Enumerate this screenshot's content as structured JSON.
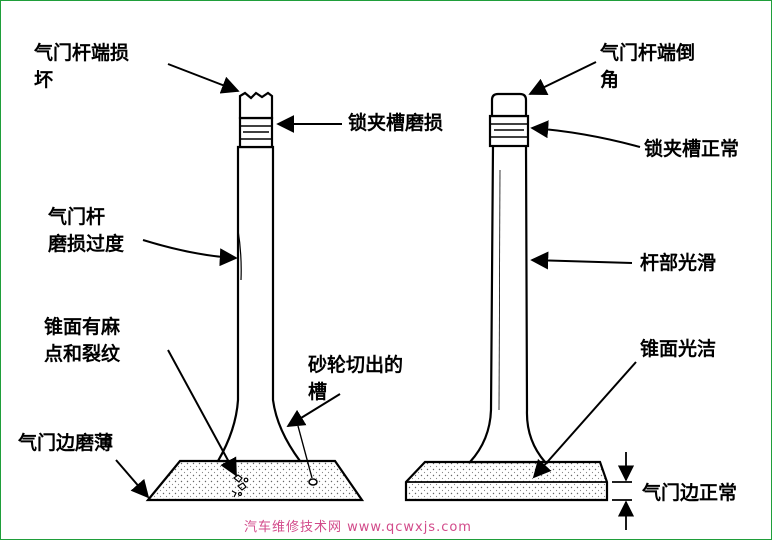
{
  "left_labels": {
    "stem_end_damaged": "气门杆端损\n坏",
    "keeper_groove_worn": "锁夹槽磨损",
    "stem_worn": "气门杆\n磨损过度",
    "face_pitted": "锥面有麻\n点和裂纹",
    "grinding_groove": "砂轮切出的\n槽",
    "margin_thin": "气门边磨薄"
  },
  "right_labels": {
    "stem_end_chamfer": "气门杆端倒\n角",
    "keeper_groove_normal": "锁夹槽正常",
    "stem_smooth": "杆部光滑",
    "face_clean": "锥面光洁",
    "margin_normal": "气门边正常"
  },
  "watermark": "汽车维修技术网 www.qcwxjs.com",
  "colors": {
    "border": "#1f9e3a",
    "ink": "#000000",
    "watermark": "#d24a8a"
  }
}
